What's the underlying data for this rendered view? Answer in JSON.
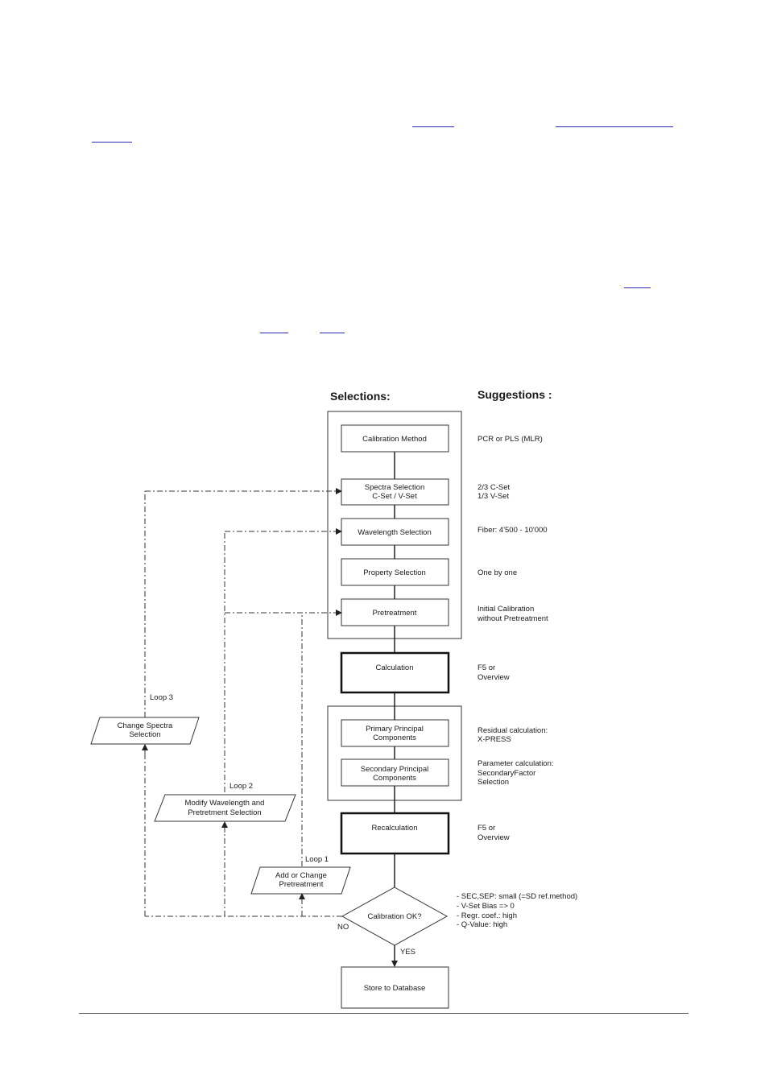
{
  "headers": {
    "selections": "Selections:",
    "suggestions": "Suggestions :"
  },
  "nodes": {
    "calibration_method": [
      "Calibration Method"
    ],
    "spectra_selection": [
      "Spectra Selection",
      "C-Set / V-Set"
    ],
    "wavelength_selection": [
      "Wavelength Selection"
    ],
    "property_selection": [
      "Property Selection"
    ],
    "pretreatment": [
      "Pretreatment"
    ],
    "calculation": [
      "Calculation"
    ],
    "primary_pc": [
      "Primary Principal",
      "Components"
    ],
    "secondary_pc": [
      "Secondary Principal",
      "Components"
    ],
    "recalculation": [
      "Recalculation"
    ],
    "calibration_ok": [
      "Calibration OK?"
    ],
    "store": [
      "Store to Database"
    ],
    "change_spectra": [
      "Change Spectra",
      "Selection"
    ],
    "modify_wavelength": [
      "Modify Wavelength and",
      "Pretretment Selection"
    ],
    "add_change_pretreatment": [
      "Add or Change",
      "Pretreatment"
    ]
  },
  "suggestions": {
    "calibration_method": [
      "PCR or PLS (MLR)"
    ],
    "spectra_selection": [
      "2/3 C-Set",
      "1/3 V-Set"
    ],
    "wavelength_selection": [
      "Fiber: 4'500 - 10'000"
    ],
    "property_selection": [
      "One by one"
    ],
    "pretreatment": [
      "Initial Calibration",
      "without Pretreatment"
    ],
    "calculation": [
      "F5 or",
      "Overview"
    ],
    "primary_pc": [
      "Residual calculation:",
      "X-PRESS"
    ],
    "secondary_pc": [
      "Parameter calculation:",
      "SecondaryFactor",
      "Selection"
    ],
    "recalculation": [
      "F5 or",
      "Overview"
    ],
    "calibration_ok": [
      "- SEC,SEP: small (=SD ref.method)",
      "- V-Set Bias => 0",
      "- Regr. coef.: high",
      "- Q-Value: high"
    ]
  },
  "loops": {
    "loop1": "Loop 1",
    "loop2": "Loop 2",
    "loop3": "Loop 3"
  },
  "branches": {
    "no": "NO",
    "yes": "YES"
  }
}
